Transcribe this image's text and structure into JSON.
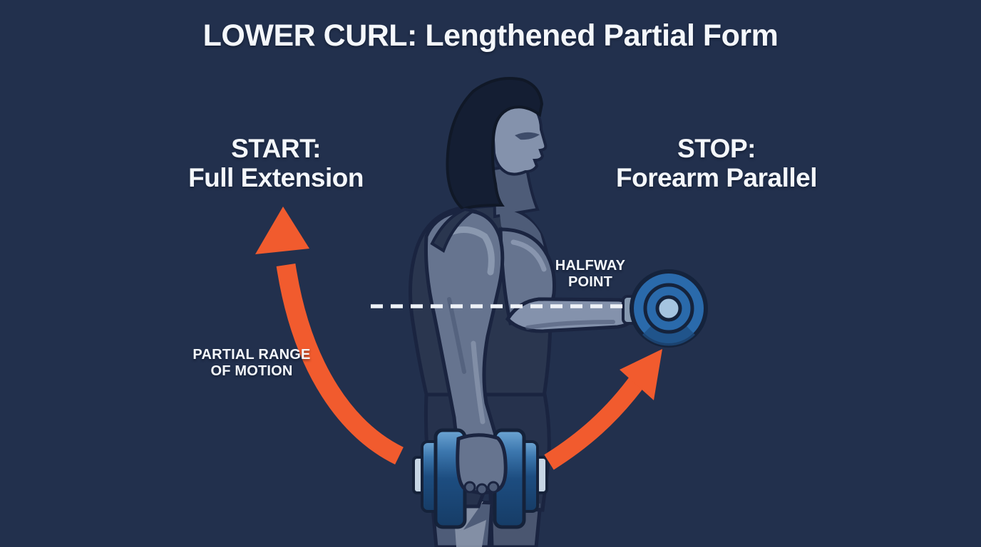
{
  "title": "LOWER CURL: Lengthened Partial Form",
  "annotations": {
    "start": {
      "heading": "START:",
      "subheading": "Full Extension"
    },
    "stop": {
      "heading": "STOP:",
      "subheading": "Forearm Parallel"
    },
    "halfway": {
      "line1": "HALFWAY",
      "line2": "POINT"
    },
    "partial_range": {
      "line1": "PARTIAL RANGE",
      "line2": "OF MOTION"
    }
  },
  "colors": {
    "background": "#22304d",
    "text": "#f4f7fb",
    "arrow_orange": "#f15b2e",
    "outline": "#1a2440",
    "hair": "#141e33",
    "skin_light": "#8492ac",
    "skin_mid": "#66748f",
    "skin_shadow": "#4e5c78",
    "skin_highlight": "#97a4ba",
    "tank_top": "#2a364f",
    "shorts": "#26324d",
    "leg_light": "#8995aa",
    "leg_dark": "#4a5670",
    "plate_dark": "#163c66",
    "plate_mid": "#1d4d80",
    "plate_blue": "#2a6aab",
    "plate_light": "#6ea6d4",
    "plate_hub": "#a5c4e0",
    "metal_light": "#c6d5e4",
    "metal_mid": "#8699b0",
    "dash_line": "#eef2f8"
  }
}
